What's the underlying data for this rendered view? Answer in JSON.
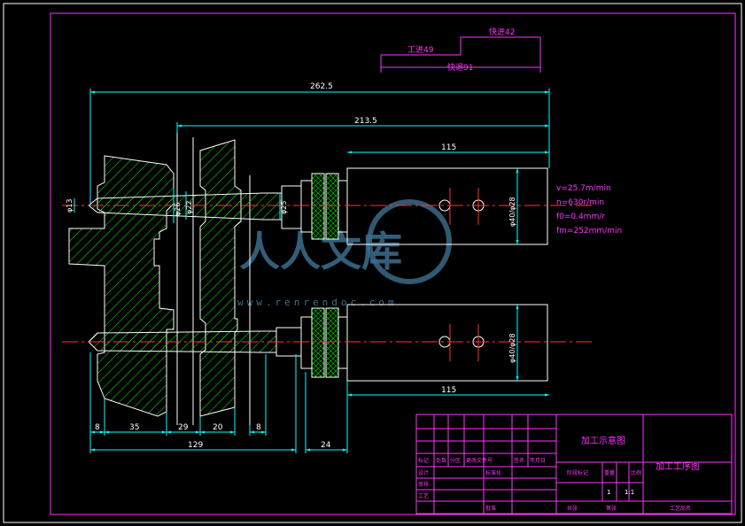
{
  "dimensions": {
    "overall": "262.5",
    "mid": "213.5",
    "body_top": "115",
    "body_bottom": "115",
    "bottom_row": [
      "8",
      "35",
      "29",
      "20",
      "8"
    ],
    "total_bottom": "129",
    "right_bottom": "24"
  },
  "diameters": {
    "d13": "φ13",
    "d26": "φ26",
    "d22": "φ22",
    "d25": "φ25",
    "d40_28_top": "φ40/φ28",
    "d40_28_bottom": "φ40/φ28"
  },
  "stroke_annotations": {
    "fast_forward": "快进42",
    "work_feed": "工进49",
    "fast_return": "快退91"
  },
  "cutting_params": [
    "v=25.7m/min",
    "n=630r/min",
    "f0=0.4mm/r",
    "fm=252mm/min"
  ],
  "title_block": {
    "left_title": "加工示意图",
    "right_title": "加工工序图",
    "row_labels": [
      "标记",
      "处数",
      "分区",
      "更改文件号",
      "签名",
      "年月日"
    ],
    "design_label": "设计",
    "standard_label": "标准化",
    "check_label": "审核",
    "craft_label": "工艺",
    "approve_label": "批准",
    "stage_label": "阶段标记",
    "weight_label": "重量",
    "scale_label": "比例",
    "scale_value": "1:1",
    "qty_value": "1",
    "total_label": "共张",
    "sheet_label": "第张",
    "firm_label": "工艺品名"
  },
  "watermark": {
    "main": "人人文库",
    "url": "www.renrendoc.com"
  },
  "colors": {
    "background": "#000000",
    "frame": "#ff33ff",
    "dimension": "#00ffff",
    "hatch": "#00ff00",
    "outline": "#ffffff",
    "centerline": "#ff3333",
    "watermark": "#3d6f8f"
  }
}
